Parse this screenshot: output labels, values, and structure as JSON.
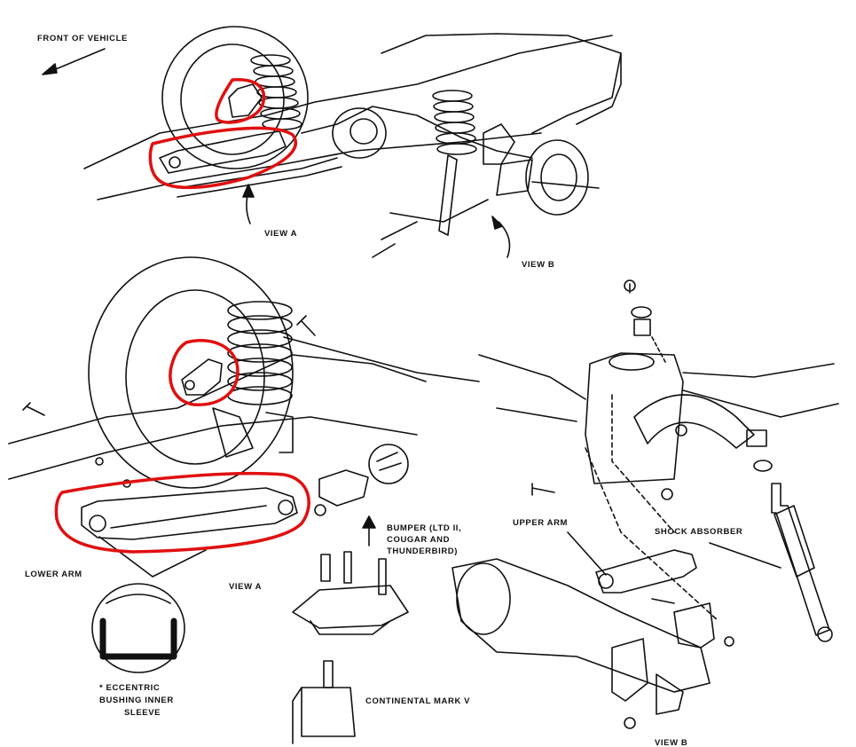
{
  "labels": {
    "front_of_vehicle": "FRONT OF VEHICLE",
    "view_a_top": "VIEW A",
    "view_b_top": "VIEW B",
    "lower_arm": "LOWER ARM",
    "view_a_bottom": "VIEW A",
    "bumper_line1": "BUMPER (LTD II,",
    "bumper_line2": "COUGAR  AND",
    "bumper_line3": "THUNDERBIRD)",
    "bushing_line1": "* ECCENTRIC",
    "bushing_line2": "BUSHING INNER",
    "bushing_line3": "SLEEVE",
    "continental": "CONTINENTAL MARK V",
    "upper_arm": "UPPER ARM",
    "shock_absorber": "SHOCK ABSORBER",
    "view_b_bottom": "VIEW B"
  },
  "highlight_color": "#e01010",
  "line_color": "#111111"
}
